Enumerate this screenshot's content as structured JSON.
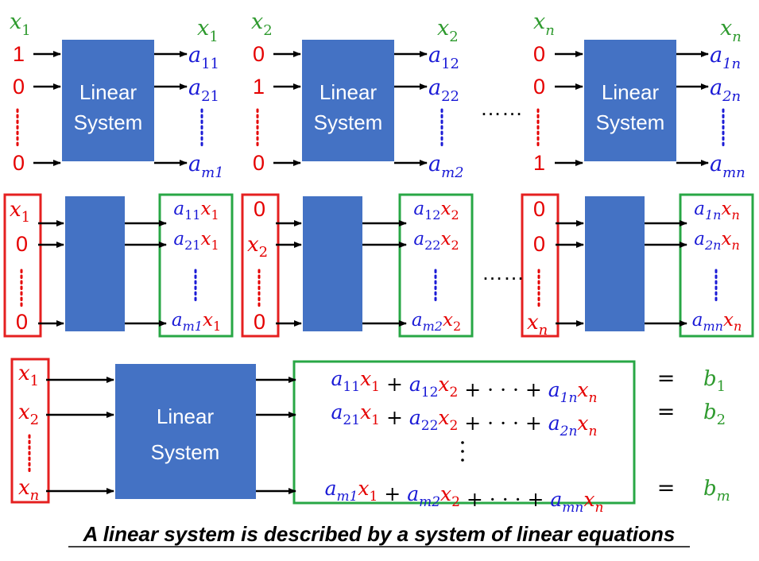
{
  "box_label": [
    "Linear",
    "System"
  ],
  "inf_dots": "……",
  "equals": "=",
  "caption": "A linear system is described by a system of linear equations",
  "colors": {
    "box": "#4472c4",
    "red": "#e50000",
    "green": "#2e9a2e",
    "blue": "#1a1ad6",
    "frame_red": "#e52020",
    "frame_green": "#28a745"
  },
  "row1": [
    {
      "in_label": "x",
      "in_sub": "1",
      "inputs": [
        "1",
        "0",
        "0"
      ],
      "out_label": "x",
      "out_sub": "1",
      "outputs": [
        [
          "a",
          "11"
        ],
        [
          "a",
          "21"
        ],
        [
          "a",
          "m1"
        ]
      ]
    },
    {
      "in_label": "x",
      "in_sub": "2",
      "inputs": [
        "0",
        "1",
        "0"
      ],
      "out_label": "x",
      "out_sub": "2",
      "outputs": [
        [
          "a",
          "12"
        ],
        [
          "a",
          "22"
        ],
        [
          "a",
          "m2"
        ]
      ]
    },
    {
      "in_label": "x",
      "in_sub": "n",
      "inputs": [
        "0",
        "0",
        "1"
      ],
      "out_label": "x",
      "out_sub": "n",
      "outputs": [
        [
          "a",
          "1n"
        ],
        [
          "a",
          "2n"
        ],
        [
          "a",
          "mn"
        ]
      ]
    }
  ],
  "row2": [
    {
      "inputs": [
        [
          "x",
          "1"
        ],
        [
          "0",
          ""
        ],
        [
          "0",
          ""
        ]
      ],
      "outputs": [
        [
          "a",
          "11",
          "x",
          "1"
        ],
        [
          "a",
          "21",
          "x",
          "1"
        ],
        [
          "a",
          "m1",
          "x",
          "1"
        ]
      ]
    },
    {
      "inputs": [
        [
          "0",
          ""
        ],
        [
          "x",
          "2"
        ],
        [
          "0",
          ""
        ]
      ],
      "outputs": [
        [
          "a",
          "12",
          "x",
          "2"
        ],
        [
          "a",
          "22",
          "x",
          "2"
        ],
        [
          "a",
          "m2",
          "x",
          "2"
        ]
      ]
    },
    {
      "inputs": [
        [
          "0",
          ""
        ],
        [
          "0",
          ""
        ],
        [
          "x",
          "n"
        ]
      ],
      "outputs": [
        [
          "a",
          "1n",
          "x",
          "n"
        ],
        [
          "a",
          "2n",
          "x",
          "n"
        ],
        [
          "a",
          "mn",
          "x",
          "n"
        ]
      ]
    }
  ],
  "row3": {
    "inputs": [
      [
        "x",
        "1"
      ],
      [
        "x",
        "2"
      ],
      [
        "x",
        "n"
      ]
    ],
    "equations": [
      {
        "terms": [
          [
            "a",
            "11",
            "x",
            "1"
          ],
          [
            "a",
            "12",
            "x",
            "2"
          ],
          [
            "a",
            "1n",
            "x",
            "n"
          ]
        ],
        "rhs": [
          "b",
          "1"
        ]
      },
      {
        "terms": [
          [
            "a",
            "21",
            "x",
            "1"
          ],
          [
            "a",
            "22",
            "x",
            "2"
          ],
          [
            "a",
            "2n",
            "x",
            "n"
          ]
        ],
        "rhs": [
          "b",
          "2"
        ]
      },
      {
        "terms": [
          [
            "a",
            "m1",
            "x",
            "1"
          ],
          [
            "a",
            "m2",
            "x",
            "2"
          ],
          [
            "a",
            "mn",
            "x",
            "n"
          ]
        ],
        "rhs": [
          "b",
          "m"
        ]
      }
    ],
    "plus": "+",
    "cdots": "· · ·"
  }
}
